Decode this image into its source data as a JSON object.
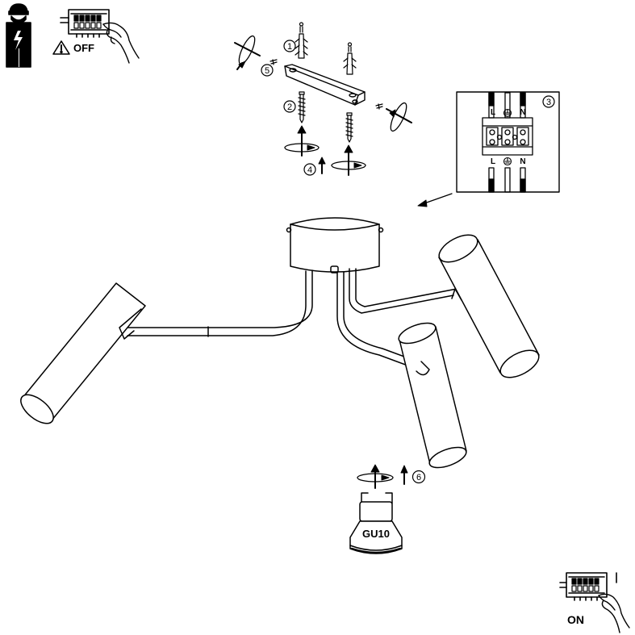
{
  "warning": {
    "off_label": "OFF",
    "on_label": "ON"
  },
  "steps": {
    "s1": "1",
    "s2": "2",
    "s3": "3",
    "s4": "4",
    "s5": "5",
    "s6": "6"
  },
  "wiring": {
    "top_l": "L",
    "top_n": "N",
    "bottom_l": "L",
    "bottom_n": "N"
  },
  "bulb": {
    "label": "GU10"
  },
  "colors": {
    "line": "#000000",
    "background": "#ffffff"
  }
}
